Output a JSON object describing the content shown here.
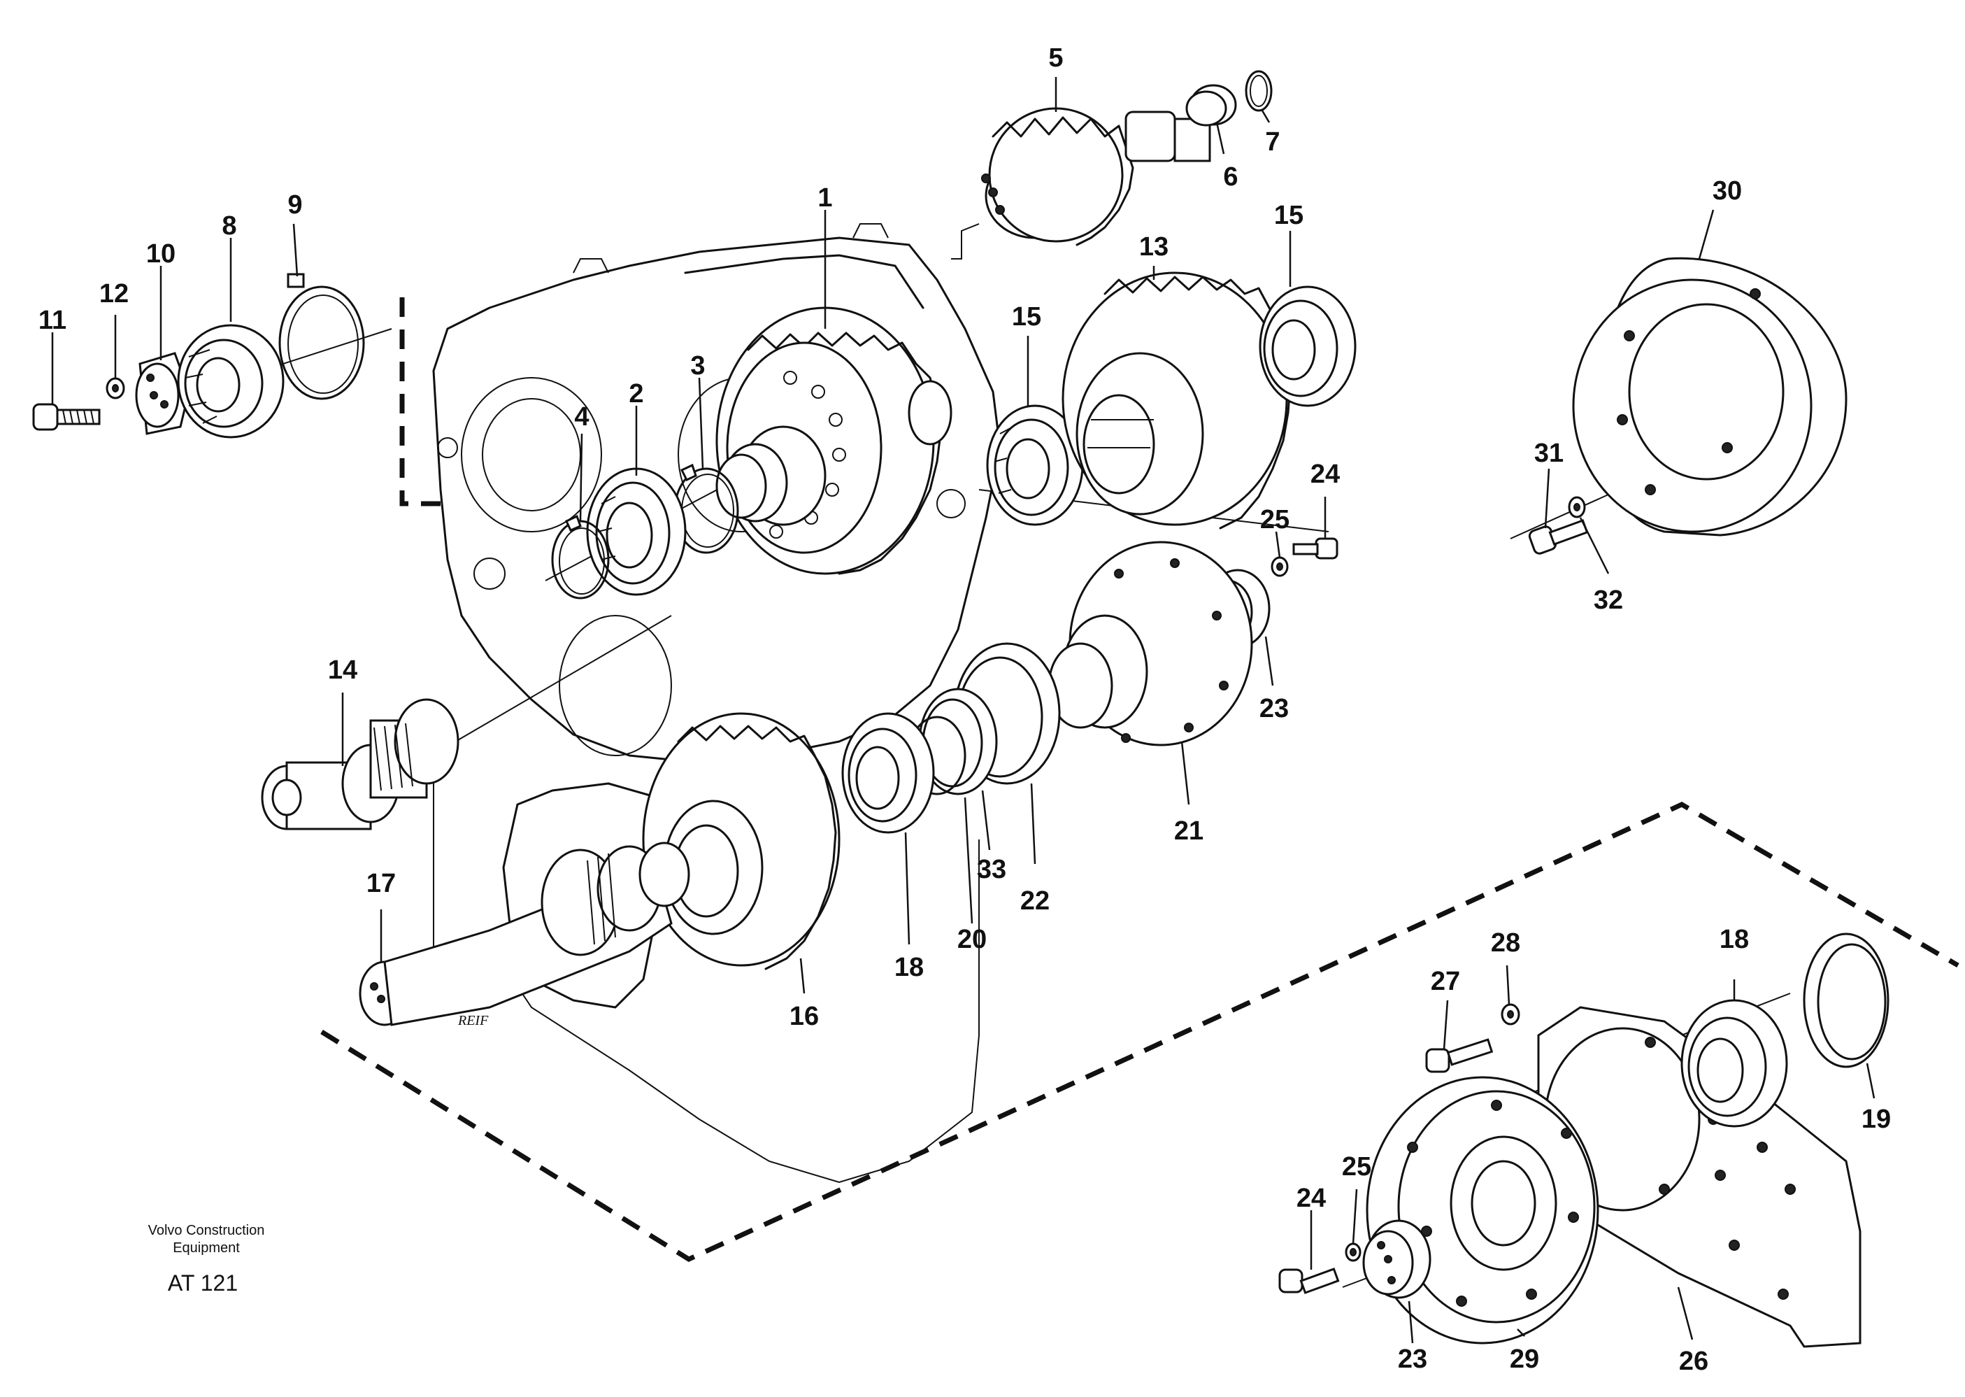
{
  "caption": {
    "line1": "Volvo Construction",
    "line2": "Equipment",
    "code": "AT 121"
  },
  "callouts": {
    "c1": "1",
    "c2": "2",
    "c3": "3",
    "c4": "4",
    "c5": "5",
    "c6": "6",
    "c7": "7",
    "c8": "8",
    "c9": "9",
    "c10": "10",
    "c11": "11",
    "c12": "12",
    "c13": "13",
    "c14": "14",
    "c15a": "15",
    "c15b": "15",
    "c16": "16",
    "c17": "17",
    "c18a": "18",
    "c18b": "18",
    "c19": "19",
    "c20": "20",
    "c21": "21",
    "c22": "22",
    "c23a": "23",
    "c23b": "23",
    "c24a": "24",
    "c24b": "24",
    "c25a": "25",
    "c25b": "25",
    "c26": "26",
    "c27": "27",
    "c28": "28",
    "c29": "29",
    "c30": "30",
    "c31": "31",
    "c32": "32",
    "c33": "33"
  },
  "shaft_marking": "REIF"
}
